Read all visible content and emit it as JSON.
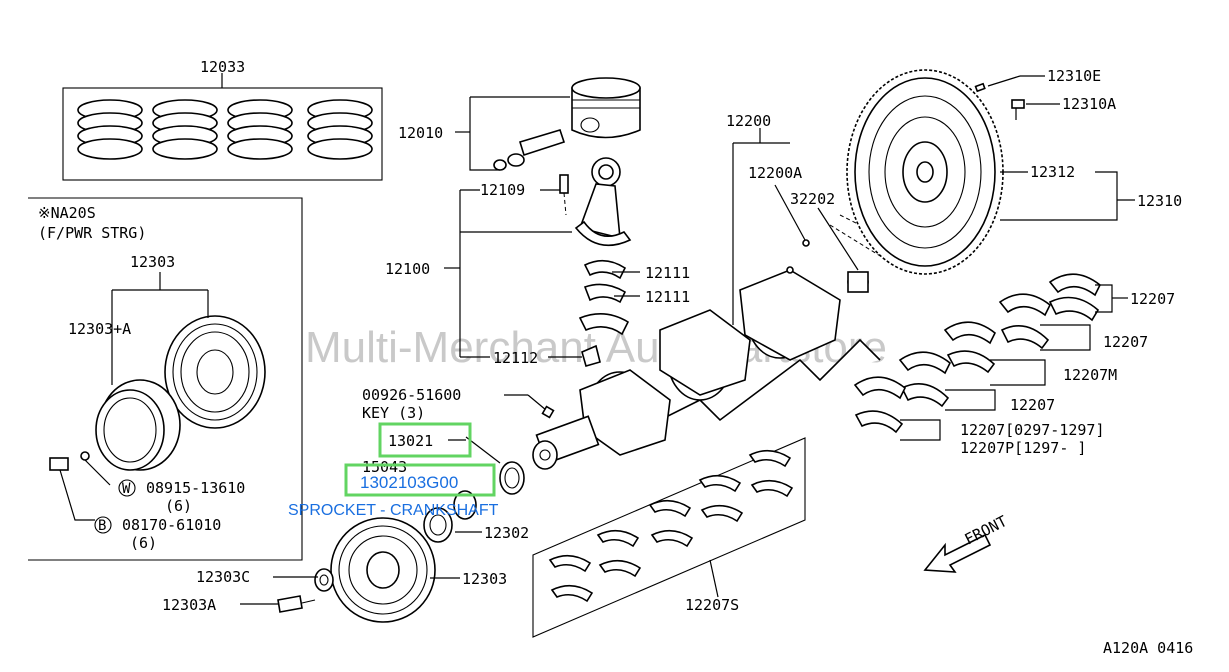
{
  "watermark": "Multi-Merchant Auto Partstore",
  "figure_code": "A120A 0416",
  "highlight_color": "#62d462",
  "link_color": "#1a6fe0",
  "inset": {
    "title_line1": "※NA20S",
    "title_line2": "(F/PWR STRG)"
  },
  "labels": {
    "p12033": "12033",
    "p12010": "12010",
    "p12109": "12109",
    "p12100": "12100",
    "p12111a": "12111",
    "p12111b": "12111",
    "p12112": "12112",
    "p12200": "12200",
    "p12200A": "12200A",
    "p32202": "32202",
    "p12310E": "12310E",
    "p12310A": "12310A",
    "p12312": "12312",
    "p12310": "12310",
    "p12207a": "12207",
    "p12207b": "12207",
    "p12207M": "12207M",
    "p12207c": "12207",
    "p12207d": "12207[0297-1297]",
    "p12207P": "12207P[1297-     ]",
    "p12207S": "12207S",
    "p12303": "12303",
    "p12303plusA": "12303+A",
    "w08915": "08915-13610",
    "w08915qty": "(6)",
    "b08170": "08170-61010",
    "b08170qty": "(6)",
    "p00926": "00926-51600",
    "key": "KEY (3)",
    "p13021": "13021",
    "p15043": "15043",
    "p12302": "12302",
    "p12303C": "12303C",
    "p12303main": "12303",
    "p12303A": "12303A",
    "front": "FRONT"
  },
  "badges": {
    "w": "W",
    "b": "B"
  },
  "highlight": {
    "part_13021": "13021",
    "part_number": "1302103G00",
    "part_name": "SPROCKET - CRANKSHAFT"
  }
}
